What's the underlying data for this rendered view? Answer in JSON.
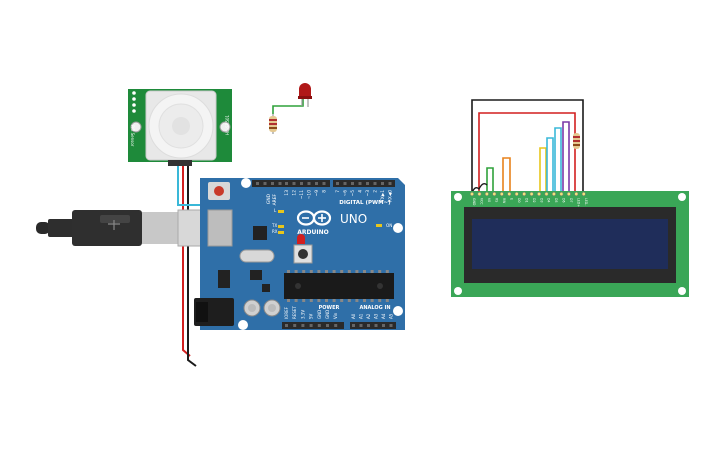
{
  "arduino": {
    "brand": "ARDUINO",
    "model": "UNO",
    "digital_label": "DIGITAL (PWM~)",
    "power_label": "POWER",
    "analog_label": "ANALOG IN",
    "on_label": "ON",
    "aref": "AREF",
    "gnd": "GND",
    "tx_label": "TX",
    "rx_label": "RX",
    "l_label": "L",
    "digital_pins": [
      "13",
      "12",
      "~11",
      "~10",
      "~9",
      "8",
      "7",
      "~6",
      "~5",
      "4",
      "~3",
      "2",
      "TX▶1",
      "RX◀0"
    ],
    "power_pins": [
      "IOREF",
      "RESET",
      "3.3V",
      "5V",
      "GND",
      "GND",
      "Vin"
    ],
    "analog_pins": [
      "A0",
      "A1",
      "A2",
      "A3",
      "A4",
      "A5"
    ]
  },
  "pir": {
    "side_text_left": "HC-SR501",
    "side_text_right": "PIR Sensor"
  },
  "lcd": {
    "pins": [
      "GND",
      "VCC",
      "V0",
      "RS",
      "RW",
      "E",
      "D0",
      "D1",
      "D2",
      "D3",
      "D4",
      "D5",
      "D6",
      "D7",
      "LED+",
      "LED-"
    ]
  },
  "colors": {
    "board": "#2f6fa8",
    "board_dark": "#24567f",
    "pcb_green": "#1e8a3a",
    "lcd_green": "#3aa657",
    "lcd_screen": "#1f2d5a",
    "wire_red": "#d21f1f",
    "wire_black": "#1a1a1a",
    "wire_green": "#2fa23a",
    "wire_orange": "#e8821c",
    "wire_yellow": "#e8c61c",
    "wire_cyan": "#3ab8d8",
    "wire_purple": "#7a3aa8",
    "led_red": "#b01818"
  }
}
